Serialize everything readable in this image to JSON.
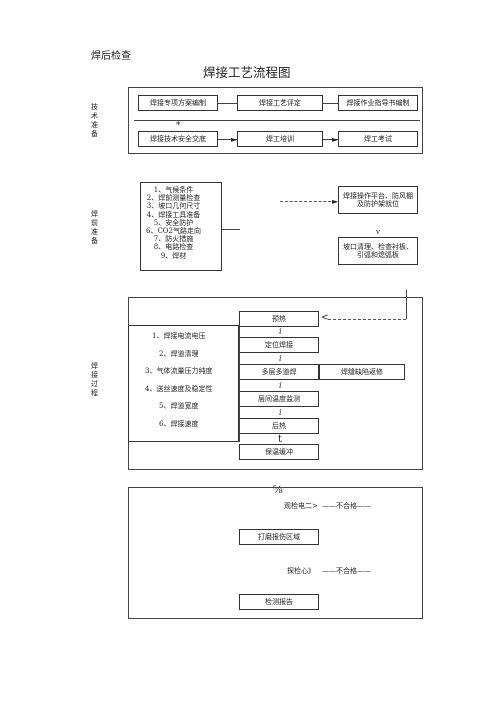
{
  "header": {
    "top_label": "焊后检查",
    "title": "焊接工艺流程图"
  },
  "section1": {
    "side_label": "技术准备",
    "row1": [
      "焊接专项方案编制",
      "焊接工艺评定",
      "焊接作业指导书编制"
    ],
    "marker": "*",
    "row2": [
      "焊接技术安全交底",
      "焊工培训",
      "焊工考试"
    ]
  },
  "section2": {
    "side_label": "焊前准备",
    "list": [
      "1、气候条件",
      "2、焊前测量检查",
      "3、坡口几何尺寸",
      "4、焊接工具准备",
      "5、安全防护",
      "6、CO2气路走向",
      "7、防火措施",
      "8、电路检查",
      "9、焊材"
    ],
    "right_top": "焊接操作平台、防风棚及防护架就位",
    "right_marker": "v",
    "right_bottom": "坡口清理、检查衬板、引弧和熄弧板"
  },
  "section3": {
    "side_label": "焊接过程",
    "list": [
      "1、焊接电流电压",
      "2、焊道清理",
      "3、气体流量压力纯度",
      "4、送丝速度及稳定性",
      "5、焊道宽度",
      "6、焊接速度"
    ],
    "steps": [
      "预热",
      "定位焊接",
      "多层多道焊",
      "层间温度监测",
      "后热",
      "保温缓冲"
    ],
    "connectors": [
      "i",
      "i",
      "i",
      "i",
      "t"
    ],
    "repair": "焊缝缺陷返修",
    "arrow_marker": "<"
  },
  "section4": {
    "top_marker": "⅝",
    "check1": "观检电二>",
    "fail1": "——不合格——",
    "repair_area": "打磨报伤区域",
    "check2": "探检心》",
    "fail2": "——不合格——",
    "report": "检测报告"
  }
}
